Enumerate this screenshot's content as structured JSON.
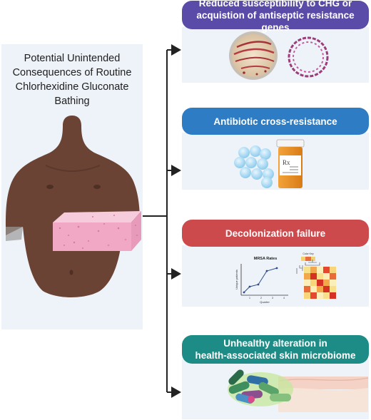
{
  "title_lines": [
    "Potential Unintended",
    "Consequences of Routine",
    "Chlorhexidine Gluconate",
    "Bathing"
  ],
  "consequences": [
    {
      "lines": [
        "Reduced susceptibility to CHG or",
        "acquistion of antiseptic resistance genes"
      ],
      "color": "#5b4ba8"
    },
    {
      "lines": [
        "Antibiotic cross-resistance"
      ],
      "color": "#2e7cc4"
    },
    {
      "lines": [
        "Decolonization failure"
      ],
      "color": "#cd4a4c"
    },
    {
      "lines": [
        "Unhealthy alteration in",
        "health-associated skin microbiome"
      ],
      "color": "#1d8c86"
    }
  ],
  "mini_chart": {
    "title": "MRSA Rates",
    "ylabel": "Unique patients",
    "xlabel": "Quarter",
    "x_ticks": [
      "1",
      "2",
      "3",
      "4"
    ]
  },
  "heatmap_key_label": "Color Key",
  "bottle_label": "Rx"
}
